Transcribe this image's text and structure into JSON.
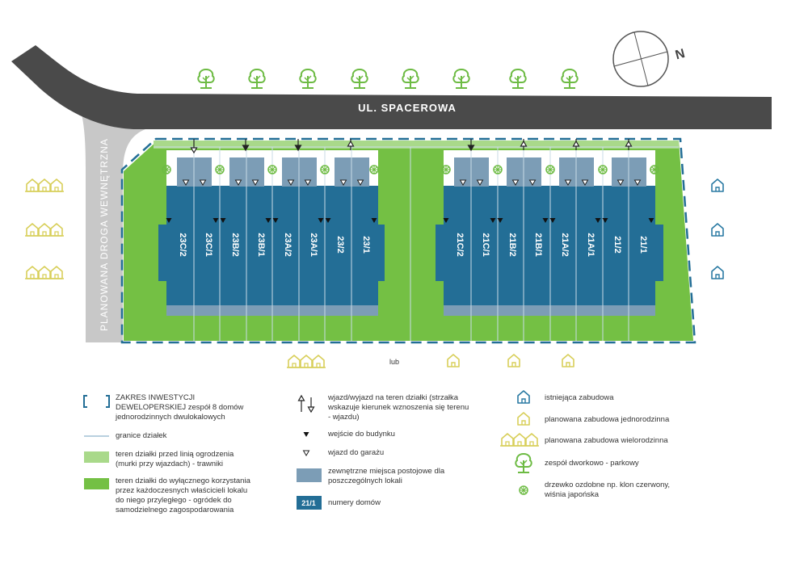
{
  "street": {
    "name": "UL. SPACEROWA"
  },
  "side_road": {
    "name": "PLANOWANA DROGA WEWNĘTRZNA"
  },
  "compass": {
    "north_label": "N"
  },
  "or_label": "lub",
  "houses_left": [
    {
      "label": "23C/2"
    },
    {
      "label": "23C/1"
    },
    {
      "label": "23B/2"
    },
    {
      "label": "23B/1"
    },
    {
      "label": "23A/2"
    },
    {
      "label": "23A/1"
    },
    {
      "label": "23/2"
    },
    {
      "label": "23/1"
    }
  ],
  "houses_right": [
    {
      "label": "21C/2"
    },
    {
      "label": "21C/1"
    },
    {
      "label": "21B/2"
    },
    {
      "label": "21B/1"
    },
    {
      "label": "21A/2"
    },
    {
      "label": "21A/1"
    },
    {
      "label": "21/2"
    },
    {
      "label": "21/1"
    }
  ],
  "colors": {
    "road": "#4a4a4a",
    "side_road": "#c8c8c8",
    "garden": "#74c044",
    "lawn": "#a9d98a",
    "building": "#236e96",
    "parking": "#7c9db6",
    "boundary": "#236e96",
    "tree": "#6dbb43",
    "planned": "#d8cf5a",
    "existing": "#2a7aa3"
  },
  "legend": {
    "col1": [
      {
        "icon": "investment-bracket-icon",
        "text_bold": "ZAKRES INWESTYCJI DEWELOPERSKIEJ",
        "text": " zespół 8 domów jednorodzinnych dwulokalowych"
      },
      {
        "icon": "plot-boundary-line-icon",
        "text": "granice działek"
      },
      {
        "icon": "lawn-swatch-icon",
        "text": "teren działki przed linią ogrodzenia (murki przy wjazdach) - trawniki"
      },
      {
        "icon": "garden-swatch-icon",
        "text": "teren działki do wyłącznego korzystania przez każdoczesnych właścicieli lokalu do niego przyległego - ogródek do samodzielnego zagospodarowania"
      }
    ],
    "col2": [
      {
        "icon": "entry-arrow-icon",
        "text": "wjazd/wyjazd na teren działki (strzałka wskazuje kierunek wznoszenia się terenu - wjazdu)"
      },
      {
        "icon": "building-entrance-icon",
        "text": "wejście do budynku"
      },
      {
        "icon": "garage-entrance-icon",
        "text": "wjazd do garażu"
      },
      {
        "icon": "parking-swatch-icon",
        "text": "zewnętrzne miejsca postojowe dla poszczególnych lokali"
      },
      {
        "icon": "house-number-badge",
        "badge": "21/1",
        "text": "numery domów"
      }
    ],
    "col3": [
      {
        "icon": "existing-house-icon",
        "text": "istniejąca zabudowa"
      },
      {
        "icon": "planned-single-house-icon",
        "text": "planowana zabudowa jednorodzinna"
      },
      {
        "icon": "planned-multi-house-icon",
        "text": "planowana zabudowa wielorodzinna"
      },
      {
        "icon": "park-tree-icon",
        "text": "zespół dworkowo - parkowy"
      },
      {
        "icon": "ornamental-tree-icon",
        "text": "drzewko ozdobne np. klon czerwony, wiśnia japońska"
      }
    ]
  }
}
